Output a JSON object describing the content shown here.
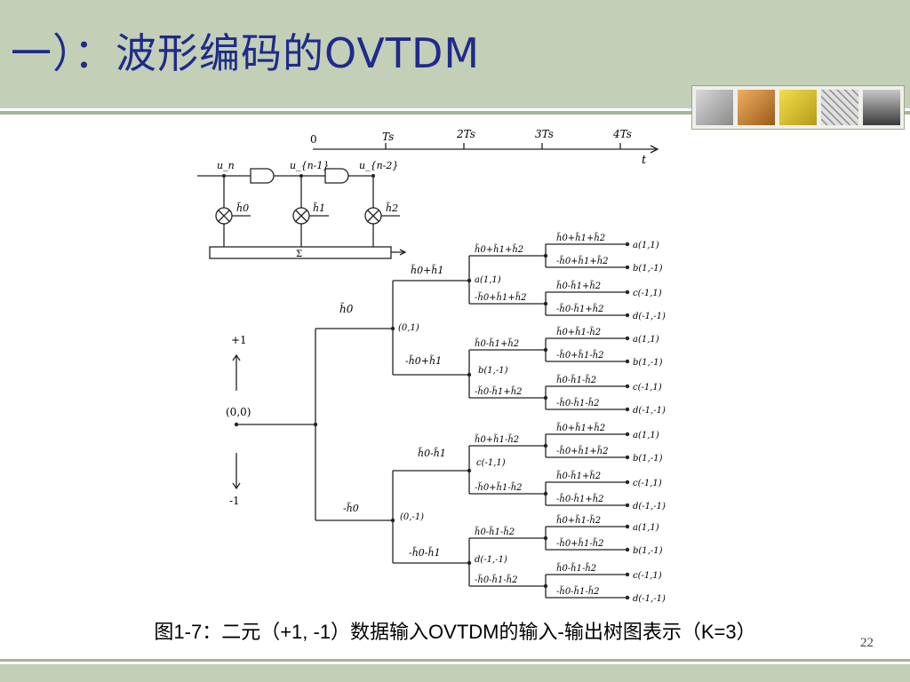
{
  "slide": {
    "title": "一）：波形编码的OVTDM",
    "caption": "图1-7：二元（+1, -1）数据输入OVTDM的输入-输出树图表示（K=3）",
    "page_number": "22"
  },
  "thumbnails": [
    "clock-photo",
    "hands-photo",
    "yellow-clock-photo",
    "grid-photo",
    "people-photo"
  ],
  "timeline": {
    "ticks": [
      "0",
      "Ts",
      "2Ts",
      "3Ts",
      "4Ts"
    ],
    "axis_label": "t"
  },
  "shift_register": {
    "inputs": [
      "u_n",
      "u_{n-1}",
      "u_{n-2}"
    ],
    "taps": [
      "h̃0",
      "h̃1",
      "h̃2"
    ],
    "sum_label": "Σ"
  },
  "tree": {
    "root_label": "(0,0)",
    "up_label": "+1",
    "down_label": "-1",
    "level1": [
      "h̃0",
      "-h̃0"
    ],
    "level1_states": [
      "(0,1)",
      "(0,-1)"
    ],
    "level2": [
      "h̃0+h̃1",
      "-h̃0+h̃1",
      "h̃0-h̃1",
      "-h̃0-h̃1"
    ],
    "level2_states": [
      "a(1,1)",
      "b(1,-1)",
      "c(-1,1)",
      "d(-1,-1)"
    ],
    "level3": [
      "h̃0+h̃1+h̃2",
      "-h̃0+h̃1+h̃2",
      "h̃0-h̃1+h̃2",
      "-h̃0-h̃1+h̃2",
      "h̃0+h̃1-h̃2",
      "-h̃0+h̃1-h̃2",
      "h̃0-h̃1-h̃2",
      "-h̃0-h̃1-h̃2"
    ],
    "level4": [
      "h̃0+h̃1+h̃2",
      "-h̃0+h̃1+h̃2",
      "h̃0-h̃1+h̃2",
      "-h̃0-h̃1+h̃2",
      "h̃0+h̃1-h̃2",
      "-h̃0+h̃1-h̃2",
      "h̃0-h̃1-h̃2",
      "-h̃0-h̃1-h̃2",
      "h̃0+h̃1+h̃2",
      "-h̃0+h̃1+h̃2",
      "h̃0-h̃1+h̃2",
      "-h̃0-h̃1+h̃2",
      "h̃0+h̃1-h̃2",
      "-h̃0+h̃1-h̃2",
      "h̃0-h̃1-h̃2",
      "-h̃0-h̃1-h̃2"
    ],
    "leaf_states": [
      "a(1,1)",
      "b(1,-1)",
      "c(-1,1)",
      "d(-1,-1)",
      "a(1,1)",
      "b(1,-1)",
      "c(-1,1)",
      "d(-1,-1)",
      "a(1,1)",
      "b(1,-1)",
      "c(-1,1)",
      "d(-1,-1)",
      "a(1,1)",
      "b(1,-1)",
      "c(-1,1)",
      "d(-1,-1)"
    ]
  }
}
